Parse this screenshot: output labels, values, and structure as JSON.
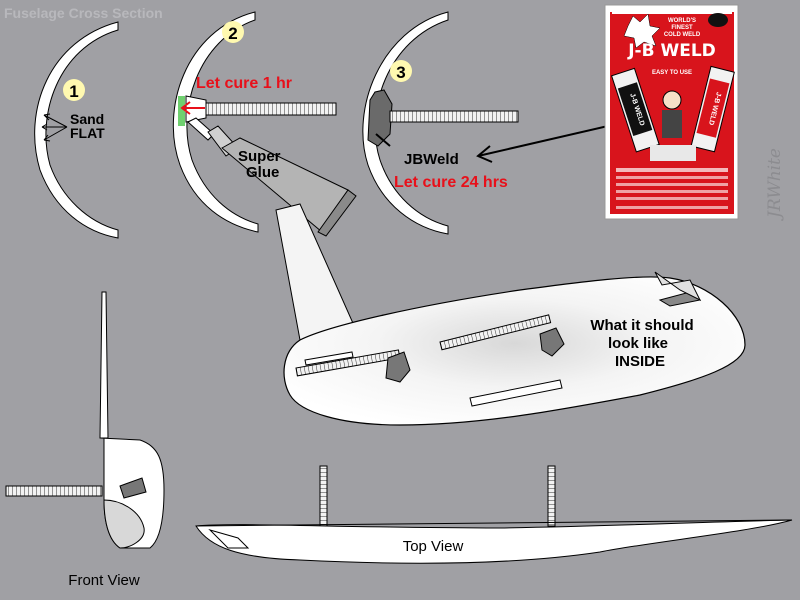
{
  "title": "Fuselage  Cross  Section",
  "colors": {
    "background": "#a0a0a4",
    "badge": "#fff9b0",
    "red": "#e8101a",
    "black": "#000000"
  },
  "steps": {
    "s1": {
      "num": "1",
      "line1": "Sand",
      "line2": "FLAT"
    },
    "s2": {
      "num": "2",
      "cure": "Let  cure  1  hr",
      "glue1": "Super",
      "glue2": "Glue"
    },
    "s3": {
      "num": "3",
      "product": "JBWeld",
      "cure": "Let  cure  24  hrs"
    }
  },
  "package": {
    "brand": "J-B WELD",
    "tube_left": "J-B WELD",
    "tube_right": "J-B WELD",
    "tagline1": "WORLD'S",
    "tagline2": "FINEST",
    "tagline3": "COLD WELD",
    "sub1": "EASY TO USE"
  },
  "signature": "JRWhite",
  "plane_caption": {
    "line1": "What  it  should",
    "line2": "look  like",
    "line3": "INSIDE"
  },
  "views": {
    "front": "Front View",
    "top": "Top View"
  }
}
